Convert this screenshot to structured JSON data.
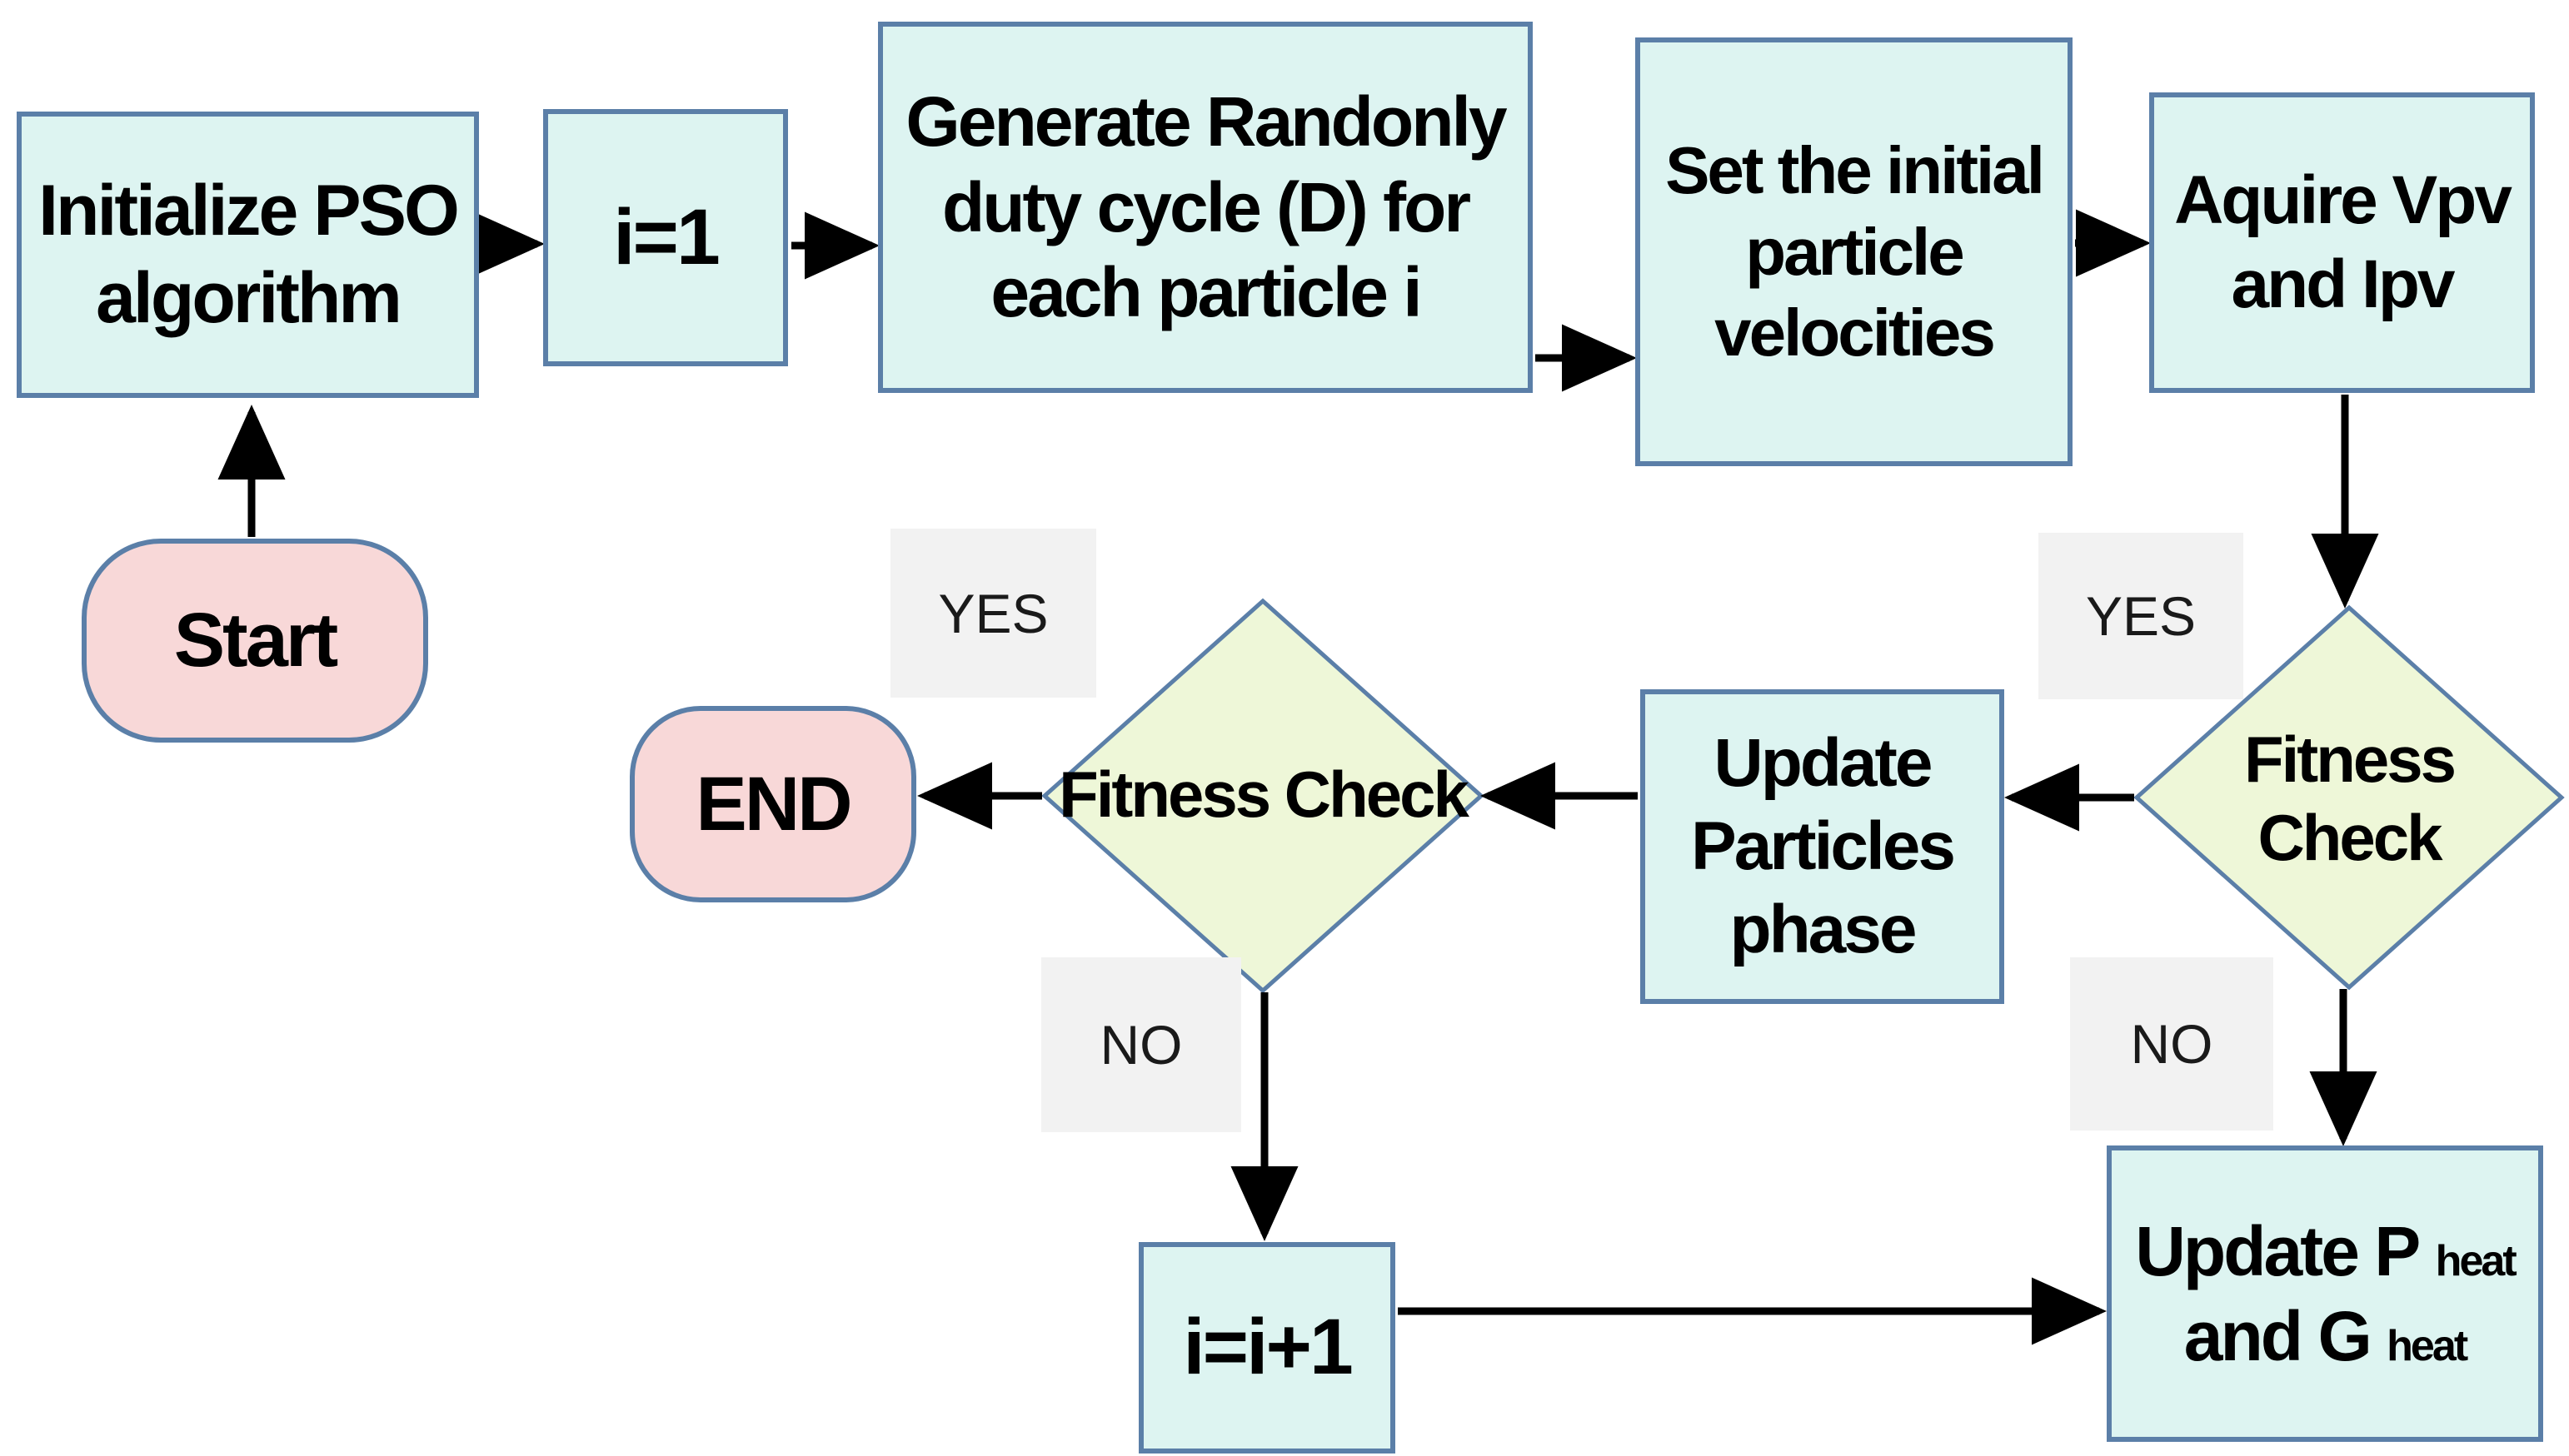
{
  "nodes": {
    "start": {
      "label": "Start"
    },
    "init": {
      "line1": "Initialize PSO",
      "line2": "algorithm"
    },
    "i1": {
      "label": "i=1"
    },
    "gen": {
      "line1": "Generate Randonly",
      "line2": "duty cycle (D) for",
      "line3": "each particle i"
    },
    "setv": {
      "line1": "Set the initial",
      "line2": "particle",
      "line3": "velocities"
    },
    "aquire": {
      "line1": "Aquire Vpv",
      "line2": "and Ipv"
    },
    "fitness_check_mid": {
      "label": "Fitness Check"
    },
    "fitness_check_right": {
      "line1": "Fitness",
      "line2": "Check"
    },
    "update_particles": {
      "line1": "Update",
      "line2": "Particles",
      "line3": "phase"
    },
    "end": {
      "label": "END"
    },
    "inc": {
      "label": "i=i+1"
    },
    "update_pg": {
      "line1_main": "Update P",
      "line1_sub": "heat",
      "line2_main": "and G",
      "line2_sub": "heat"
    }
  },
  "branch_labels": {
    "yes1": "YES",
    "yes2": "YES",
    "no1": "NO",
    "no2": "NO"
  },
  "colors": {
    "process_fill": "#ddf4f1",
    "terminal_fill": "#f8d8d8",
    "decision_fill": "#eef7d8",
    "border": "#5b7fa8",
    "label_bg": "#f2f2f2",
    "arrow": "#000000",
    "text": "#000000"
  }
}
